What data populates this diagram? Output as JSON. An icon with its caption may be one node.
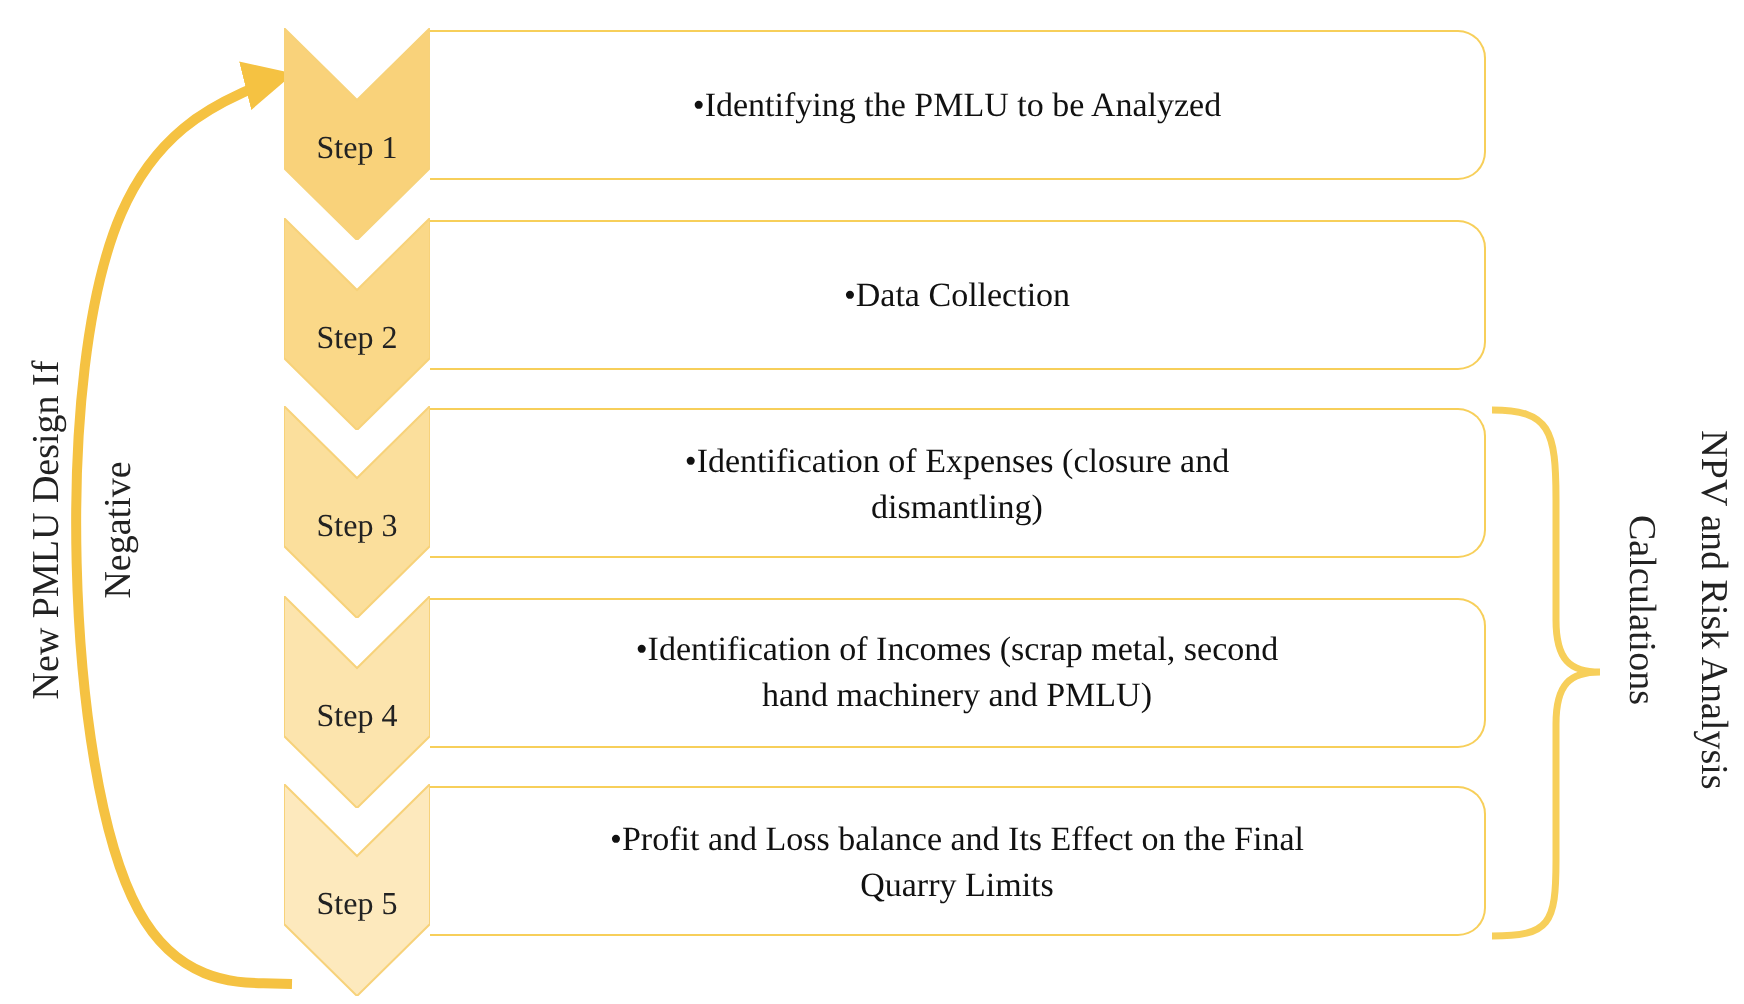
{
  "diagram": {
    "nodes": [
      {
        "text": [
          "Step 1"
        ]
      },
      {
        "text": [
          "•Identifying the PMLU to be Analyzed"
        ]
      },
      {
        "text": [
          "Step 2"
        ]
      },
      {
        "text": [
          "•Data Collection"
        ]
      },
      {
        "text": [
          "Step 3"
        ]
      },
      {
        "text": [
          "•Identification of Expenses (closure and dismantling)"
        ]
      },
      {
        "text": [
          "Step 4"
        ]
      },
      {
        "text": [
          "•Identification of Incomes (scrap metal, second hand machinery and PMLU)"
        ]
      },
      {
        "text": [
          "Step 5"
        ]
      },
      {
        "text": [
          "•Profit and Loss balance and Its Effect on the Final Quarry Limits"
        ]
      }
    ],
    "edges": [
      {
        "from": 8,
        "to": 0,
        "arrow": "to",
        "label": "New PMLU Design If Negative"
      }
    ],
    "labels": [
      "NPV and Risk Analysis Calculations"
    ]
  }
}
